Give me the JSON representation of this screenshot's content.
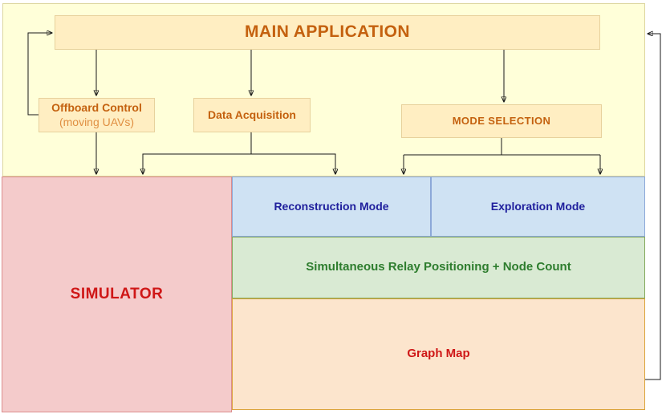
{
  "diagram": {
    "nodes": {
      "main_application": {
        "label": "MAIN APPLICATION",
        "fill": "#ffeec2",
        "border": "#e7d19c",
        "text_color": "#c4610f"
      },
      "offboard_control": {
        "label": "Offboard Control",
        "sublabel": "(moving UAVs)",
        "fill": "#ffeec2",
        "border": "#e7d19c",
        "text_color": "#c4610f"
      },
      "data_acquisition": {
        "label": "Data Acquisition",
        "fill": "#ffeec2",
        "border": "#e7d19c",
        "text_color": "#c4610f"
      },
      "mode_selection": {
        "label": "MODE SELECTION",
        "fill": "#ffeec2",
        "border": "#e7d19c",
        "text_color": "#c4610f"
      },
      "simulator": {
        "label": "SIMULATOR",
        "fill": "#f4cbcb",
        "border": "#dc8d8d",
        "text_color": "#cf1717"
      },
      "reconstruction_mode": {
        "label": "Reconstruction Mode",
        "fill": "#cfe2f3",
        "border": "#8ca8d8",
        "text_color": "#20209d"
      },
      "exploration_mode": {
        "label": "Exploration Mode",
        "fill": "#cfe2f3",
        "border": "#8ca8d8",
        "text_color": "#20209d"
      },
      "relay_positioning": {
        "label": "Simultaneous Relay Positioning + Node Count",
        "fill": "#d9ead3",
        "border": "#84a95c",
        "text_color": "#2e7d2e"
      },
      "graph_map": {
        "label": "Graph Map",
        "fill": "#fce5cd",
        "border": "#dba43c",
        "text_color": "#cf1717"
      }
    },
    "background": {
      "fill": "#ffffd9",
      "border": "#ddd69e"
    },
    "connector_color": "#1a1a1a",
    "edges": [
      "main_application -> offboard_control",
      "main_application -> data_acquisition",
      "main_application -> mode_selection",
      "offboard_control -> simulator",
      "data_acquisition -> simulator",
      "data_acquisition -> reconstruction_mode",
      "mode_selection -> reconstruction_mode",
      "mode_selection -> exploration_mode",
      "offboard_control -> main_application (feedback loop left)",
      "graph_map -> main_application (feedback loop right)"
    ]
  }
}
